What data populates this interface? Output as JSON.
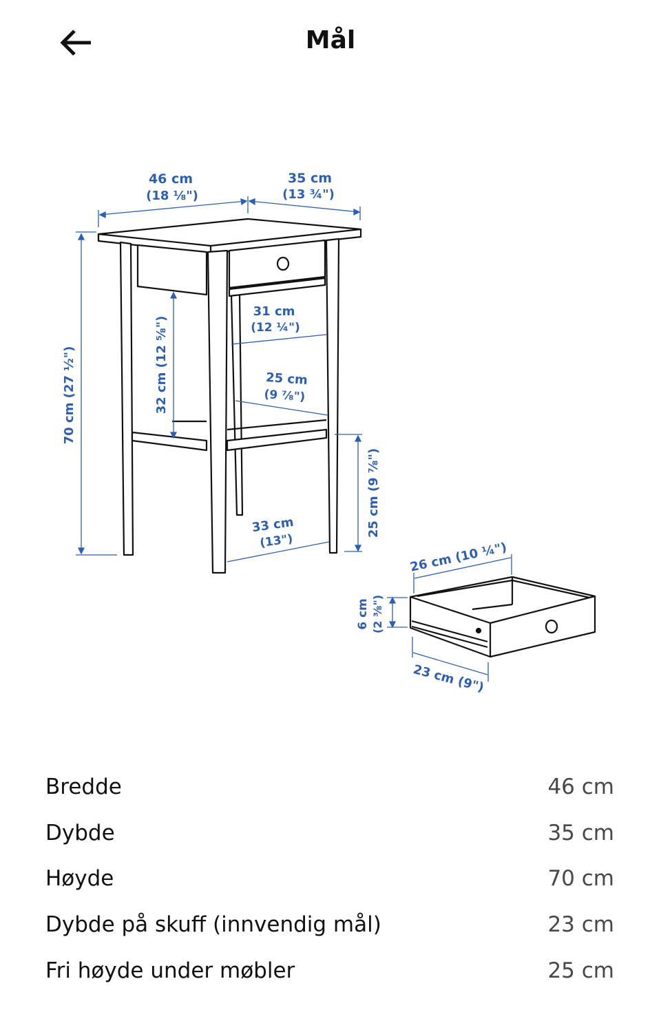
{
  "header": {
    "back_icon": "arrow-left-icon",
    "title": "Mål"
  },
  "drawing": {
    "line_color": "#111111",
    "dimension_color": "#2c5fb2",
    "labels": {
      "width_cm": "46 cm",
      "width_in": "(18 ⅛\")",
      "depth_cm": "35 cm",
      "depth_in": "(13 ¾\")",
      "height": "70 cm (27 ½\")",
      "shelf_gap": "32 cm (12 ⅝\")",
      "inner_width_cm": "31 cm",
      "inner_width_in": "(12 ¼\")",
      "shelf_depth_cm": "25 cm",
      "shelf_depth_in": "(9 ⅞\")",
      "leg_span_cm": "33 cm",
      "leg_span_in": "(13\")",
      "clearance": "25 cm (9 ⅞\")",
      "drawer_width": "26 cm (10 ¼\")",
      "drawer_height_cm": "6 cm",
      "drawer_height_in": "(2 ⅜\")",
      "drawer_depth": "23 cm (9\")"
    }
  },
  "specs": [
    {
      "label": "Bredde",
      "value": "46 cm"
    },
    {
      "label": "Dybde",
      "value": "35 cm"
    },
    {
      "label": "Høyde",
      "value": "70 cm"
    },
    {
      "label": "Dybde på skuff (innvendig mål)",
      "value": "23 cm"
    },
    {
      "label": "Fri høyde under møbler",
      "value": "25 cm"
    }
  ]
}
